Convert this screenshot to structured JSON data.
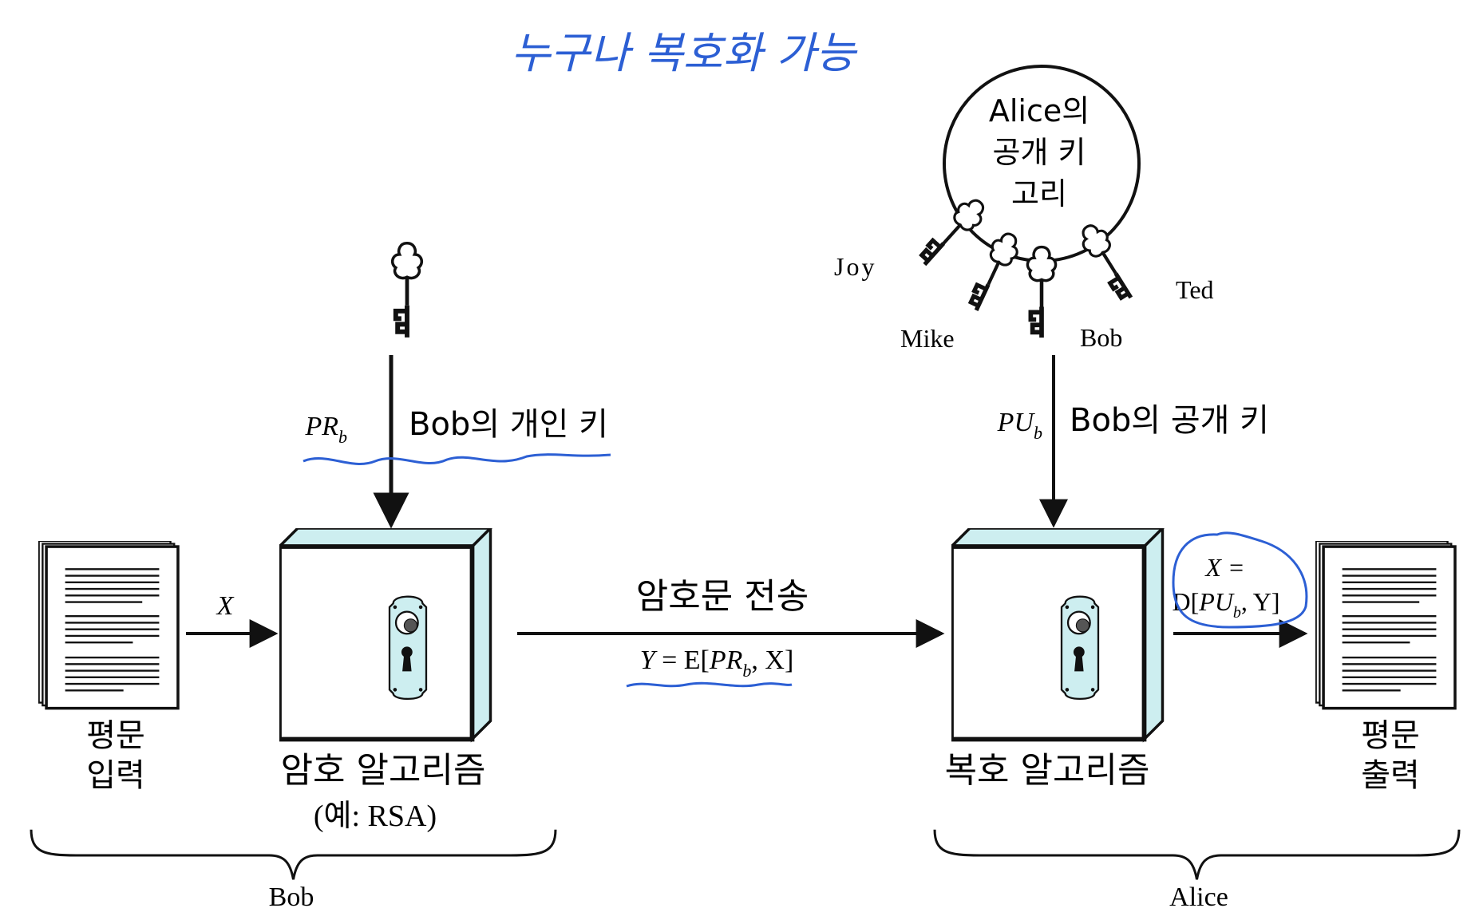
{
  "handwritten_note": "누구나 복호화 가능",
  "sender": {
    "plaintext_input_label": [
      "평문",
      "입력"
    ],
    "input_symbol": "X",
    "key_symbol": "PR",
    "key_subscript": "b",
    "key_label": "Bob의 개인 키",
    "algorithm_label": "암호 알고리즘",
    "algorithm_example": "(예: RSA)",
    "party_label": "Bob"
  },
  "transmission": {
    "label": "암호문 전송",
    "formula_prefix": "Y",
    "formula_equals": " = E[",
    "formula_key": "PR",
    "formula_key_sub": "b",
    "formula_suffix": ", X]"
  },
  "receiver": {
    "keyring_label": [
      "Alice의",
      "공개 키",
      "고리"
    ],
    "keyring_keys": [
      "Joy",
      "Mike",
      "Bob",
      "Ted"
    ],
    "key_symbol": "PU",
    "key_subscript": "b",
    "key_label": "Bob의 공개 키",
    "algorithm_label": "복호 알고리즘",
    "output_formula_line1": "X =",
    "output_formula_line2_prefix": "D[",
    "output_formula_line2_key": "PU",
    "output_formula_line2_key_sub": "b",
    "output_formula_line2_suffix": ", Y]",
    "plaintext_output_label": [
      "평문",
      "출력"
    ],
    "party_label": "Alice"
  },
  "colors": {
    "ink": "#111111",
    "annotation_blue": "#2c5fd4",
    "box_side": "#cdeef0",
    "lock_plate": "#cdeef0"
  }
}
